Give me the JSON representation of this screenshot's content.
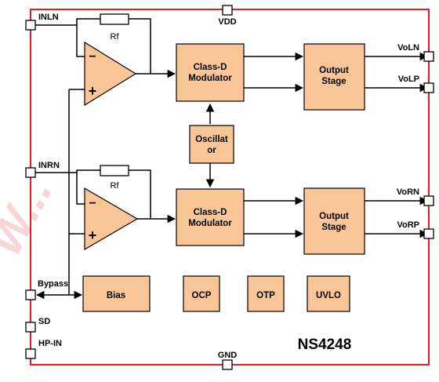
{
  "chip_name": "NS4248",
  "watermark": "W...",
  "colors": {
    "border": "#E02020",
    "block_fill": "#FAC597",
    "watermark": "#E23A3A"
  },
  "pins": {
    "inln": "INLN",
    "vdd": "VDD",
    "inrn": "INRN",
    "voln": "VoLN",
    "volp": "VoLP",
    "vorn": "VoRN",
    "vorp": "VoRP",
    "bypass": "Bypass",
    "sd": "SD",
    "hp_in": "HP-IN",
    "gnd": "GND"
  },
  "resistor_label": "Rf",
  "opamp": {
    "minus": "−",
    "plus": "+"
  },
  "blocks": {
    "class_d_top": [
      "Class-D",
      "Modulator"
    ],
    "output_top": [
      "Output",
      "Stage"
    ],
    "oscillator": [
      "Oscillat",
      "or"
    ],
    "class_d_bottom": [
      "Class-D",
      "Modulator"
    ],
    "output_bottom": [
      "Output",
      "Stage"
    ],
    "bias": "Bias",
    "ocp": "OCP",
    "otp": "OTP",
    "uvlo": "UVLO"
  }
}
